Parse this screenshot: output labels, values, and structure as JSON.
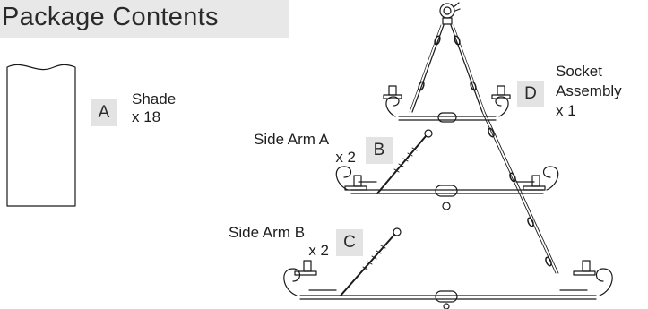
{
  "title": "Package Contents",
  "parts": [
    {
      "letter": "A",
      "name": "Shade",
      "qty": "x 18"
    },
    {
      "letter": "B",
      "name": "Side Arm A",
      "qty": "x 2"
    },
    {
      "letter": "C",
      "name": "Side Arm B",
      "qty": "x 2"
    },
    {
      "letter": "D",
      "name": "Socket",
      "name2": "Assembly",
      "qty": "x 1"
    }
  ],
  "icons": [
    "shade-icon",
    "chandelier-icon",
    "side-arm-icon"
  ],
  "colors": {
    "header_bg": "#e8e8e8",
    "letter_box_bg": "#e3e3e3",
    "line": "#1a1a1a"
  }
}
